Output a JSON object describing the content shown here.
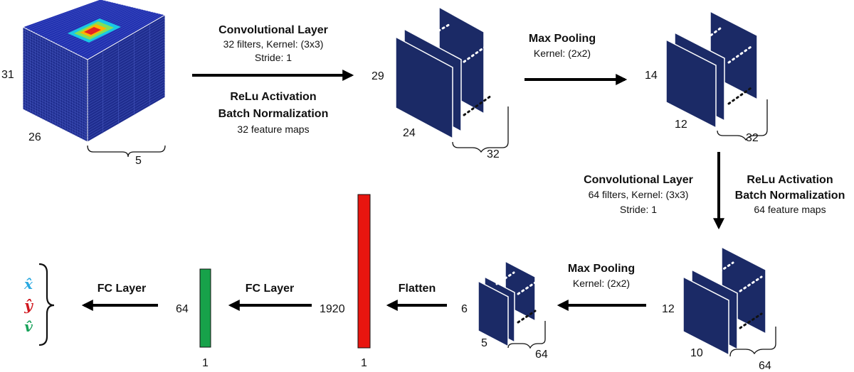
{
  "colors": {
    "feature_map": "#1b2a66",
    "cube_side": "#1f2d8e",
    "cube_top": "#2130b0",
    "heat_outer": "#19c8e6",
    "heat_mid": "#7fe05a",
    "heat_inner": "#ffb400",
    "heat_core": "#e32222",
    "flatten_bar": "#e8150f",
    "fc_bar": "#17a24a",
    "out_x": "#29a8e0",
    "out_y": "#d0181f",
    "out_v": "#19a25a"
  },
  "input_cube": {
    "height_label": "31",
    "width_label": "26",
    "depth_label": "5"
  },
  "conv1": {
    "title": "Convolutional Layer",
    "line1": "32 filters, Kernel: (3x3)",
    "line2": "Stride: 1",
    "act1": "ReLu Activation",
    "act2": "Batch Normalization",
    "maps": "32 feature maps"
  },
  "fm1": {
    "height_label": "29",
    "width_label": "24",
    "count_label": "32"
  },
  "pool1": {
    "title": "Max Pooling",
    "kernel": "Kernel: (2x2)"
  },
  "fm2": {
    "height_label": "14",
    "width_label": "12",
    "count_label": "32"
  },
  "conv2": {
    "title": "Convolutional Layer",
    "line1": "64 filters, Kernel: (3x3)",
    "line2": "Stride: 1",
    "act1": "ReLu Activation",
    "act2": "Batch Normalization",
    "maps": "64 feature maps"
  },
  "fm3": {
    "height_label": "12",
    "width_label": "10",
    "count_label": "64"
  },
  "pool2": {
    "title": "Max Pooling",
    "kernel": "Kernel: (2x2)"
  },
  "fm4": {
    "height_label": "6",
    "width_label": "5",
    "count_label": "64"
  },
  "flatten": {
    "title": "Flatten",
    "height_label": "1920",
    "width_label": "1"
  },
  "fc1": {
    "title": "FC Layer",
    "height_label": "64",
    "width_label": "1"
  },
  "fc2": {
    "title": "FC Layer"
  },
  "outputs": {
    "x": "x̂",
    "y": "ŷ",
    "v": "v̂"
  }
}
